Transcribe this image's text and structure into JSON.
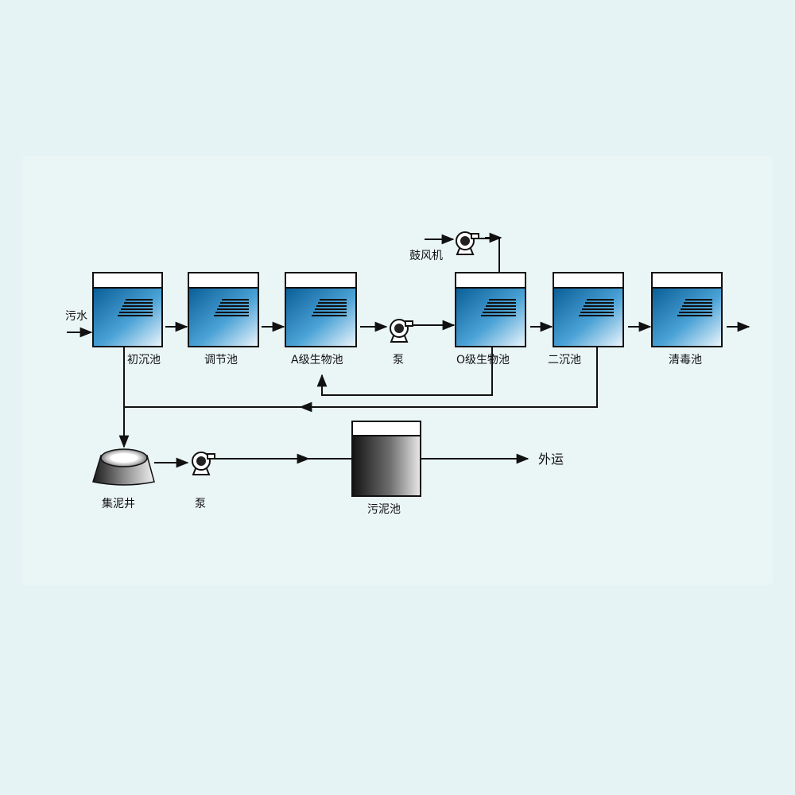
{
  "labels": {
    "inflow": "污水",
    "blower": "鼓风机",
    "tank1": "初沉池",
    "tank2": "调节池",
    "tank3": "A级生物池",
    "pump1": "泵",
    "tank4": "O级生物池",
    "tank5": "二沉池",
    "tank6": "清毒池",
    "well": "集泥井",
    "pump2": "泵",
    "sludge_tank": "污泥池",
    "outflow": "外运"
  },
  "colors": {
    "line": "#111111",
    "water_top": "#0e6fa8",
    "water_bottom": "#e9f4fb",
    "sludge_dark": "#1b1b1b",
    "sludge_light": "#e8e8e8"
  }
}
